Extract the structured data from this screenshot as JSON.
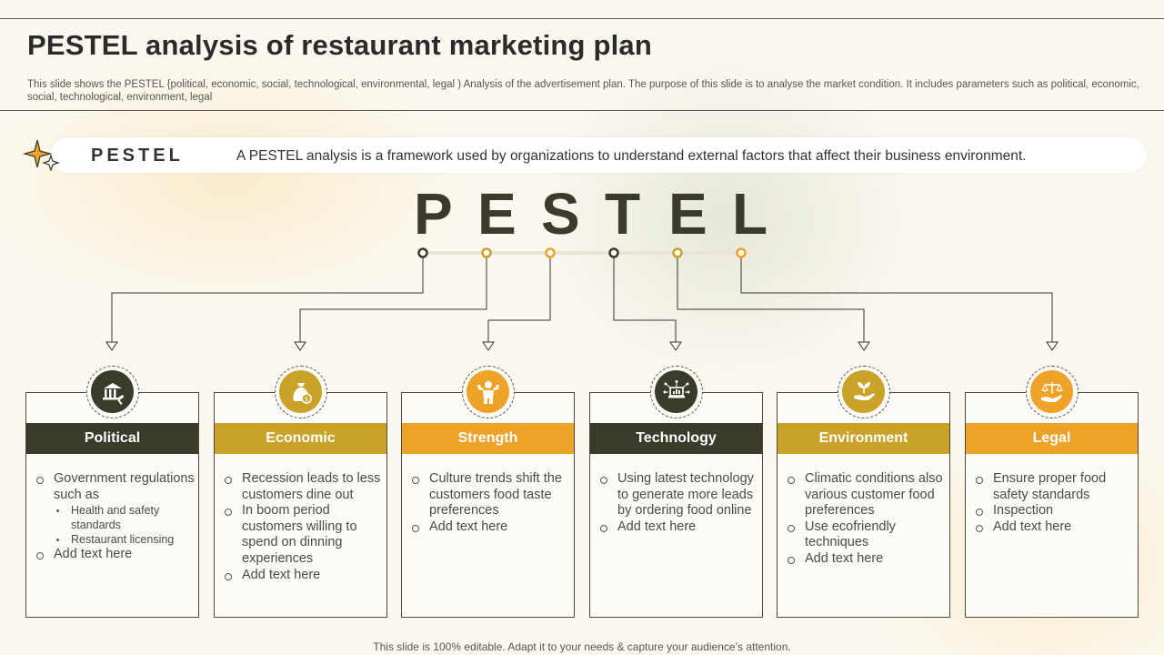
{
  "slide": {
    "title": "PESTEL analysis of restaurant marketing plan",
    "subtitle": "This slide shows the PESTEL {political, economic, social, technological, environmental, legal ) Analysis of the advertisement plan. The purpose of this slide is to analyse the market condition. It includes parameters such as political, economic, social, technological, environment, legal",
    "footer": "This slide is 100% editable. Adapt it to your needs & capture your audience’s attention."
  },
  "banner": {
    "label": "PESTEL",
    "text": "A PESTEL analysis is a framework used by organizations to understand external factors that affect their business environment."
  },
  "letters": [
    "P",
    "E",
    "S",
    "T",
    "E",
    "L"
  ],
  "colors": {
    "dark": "#3b3b2c",
    "mustard": "#c9a227",
    "orange": "#eea228"
  },
  "cards": [
    {
      "title": "Political",
      "icon": "courthouse-gavel-icon",
      "color": "#3b3b2c",
      "items": [
        {
          "text": "Government regulations such as",
          "sub": [
            "Health and safety standards",
            "Restaurant licensing"
          ]
        },
        {
          "text": "Add text here"
        }
      ]
    },
    {
      "title": "Economic",
      "icon": "money-bag-icon",
      "color": "#c9a227",
      "items": [
        {
          "text": "Recession leads to less customers dine out"
        },
        {
          "text": "In boom period customers willing to spend on dinning experiences"
        },
        {
          "text": "Add text here"
        }
      ]
    },
    {
      "title": "Strength",
      "icon": "strong-person-icon",
      "color": "#eea228",
      "items": [
        {
          "text": "Culture trends shift the customers food taste preferences"
        },
        {
          "text": "Add text here"
        }
      ]
    },
    {
      "title": "Technology",
      "icon": "laptop-network-icon",
      "color": "#3b3b2c",
      "items": [
        {
          "text": "Using latest technology to generate more leads by ordering food online"
        },
        {
          "text": "Add text here"
        }
      ]
    },
    {
      "title": "Environment",
      "icon": "plant-hand-icon",
      "color": "#c9a227",
      "items": [
        {
          "text": "Climatic conditions also various customer food preferences"
        },
        {
          "text": "Use ecofriendly techniques"
        },
        {
          "text": "Add text here"
        }
      ]
    },
    {
      "title": "Legal",
      "icon": "justice-scale-icon",
      "color": "#eea228",
      "items": [
        {
          "text": "Ensure proper food safety standards"
        },
        {
          "text": "Inspection"
        },
        {
          "text": "Add text here"
        }
      ]
    }
  ]
}
